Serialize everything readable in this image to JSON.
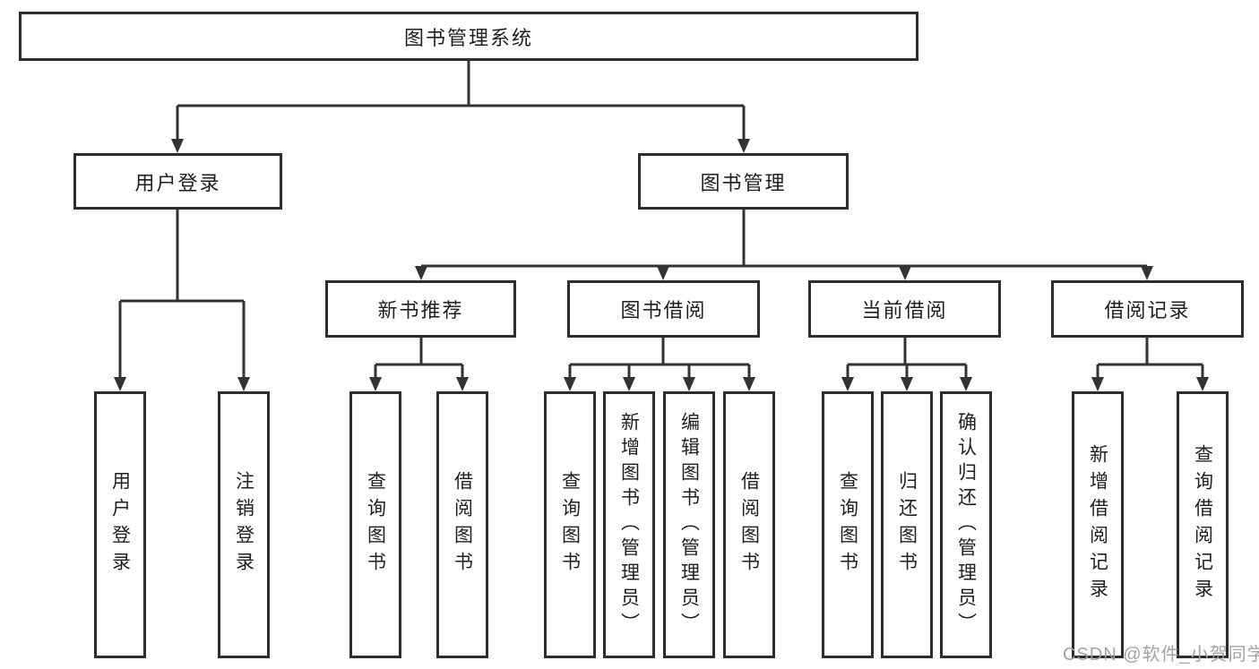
{
  "diagram": {
    "type": "hierarchy",
    "root": {
      "label": "图书管理系统"
    },
    "branches": [
      {
        "label": "用户登录",
        "children": [
          {
            "label": "用户登录"
          },
          {
            "label": "注销登录"
          }
        ]
      },
      {
        "label": "图书管理",
        "sections": [
          {
            "label": "新书推荐",
            "children": [
              {
                "label": "查询图书"
              },
              {
                "label": "借阅图书"
              }
            ]
          },
          {
            "label": "图书借阅",
            "children": [
              {
                "label": "查询图书"
              },
              {
                "label": "新增图书（管理员）"
              },
              {
                "label": "编辑图书（管理员）"
              },
              {
                "label": "借阅图书"
              }
            ]
          },
          {
            "label": "当前借阅",
            "children": [
              {
                "label": "查询图书"
              },
              {
                "label": "归还图书"
              },
              {
                "label": "确认归还（管理员）"
              }
            ]
          },
          {
            "label": "借阅记录",
            "children": [
              {
                "label": "新增借阅记录"
              },
              {
                "label": "查询借阅记录"
              }
            ]
          }
        ]
      }
    ]
  },
  "watermark": {
    "text": "CSDN @软件_小贺同学"
  },
  "colors": {
    "line": "#333333",
    "box_border": "#2d2d2d",
    "text": "#1f1f1f",
    "watermark": "#9e9e9e",
    "background": "#ffffff"
  }
}
